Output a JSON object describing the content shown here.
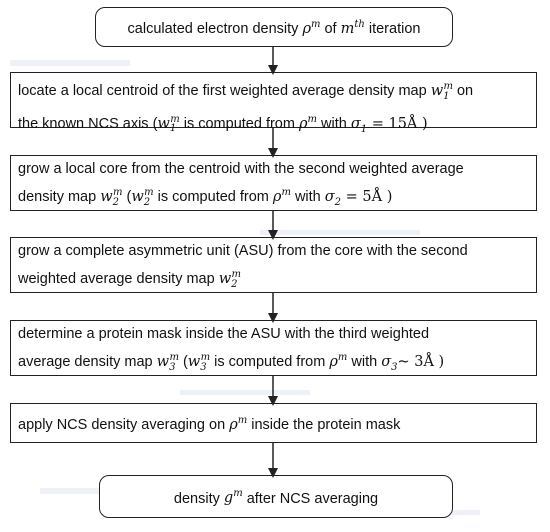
{
  "steps": [
    {
      "id": "start",
      "parts": [
        "calculated electron density ",
        "ρ",
        "m",
        " of ",
        "m",
        "th",
        " iteration"
      ]
    },
    {
      "id": "centroid",
      "line1": [
        "locate a local centroid of the first weighted average density map ",
        "w",
        "1",
        "m",
        " on"
      ],
      "line2": [
        "the known NCS axis (",
        "w",
        "1",
        "m",
        " is computed from ",
        "ρ",
        "m",
        " with ",
        "σ",
        "1",
        " = 15Å )"
      ]
    },
    {
      "id": "core",
      "line1": [
        "grow a local core from the centroid with the second weighted average"
      ],
      "line2": [
        "density map ",
        "w",
        "2",
        "m",
        " (",
        "w",
        "2",
        "m",
        " is computed from ",
        "ρ",
        "m",
        " with ",
        "σ",
        "2",
        " = 5Å )"
      ]
    },
    {
      "id": "asu",
      "line1": [
        "grow a complete asymmetric unit (ASU) from the core with the second"
      ],
      "line2": [
        "weighted average density map ",
        "w",
        "2",
        "m"
      ]
    },
    {
      "id": "mask",
      "line1": [
        "determine a protein mask inside the ASU with the third weighted"
      ],
      "line2": [
        "average density map ",
        "w",
        "3",
        "m",
        " (",
        "w",
        "3",
        "m",
        " is computed from ",
        "ρ",
        "m",
        " with ",
        "σ",
        "3",
        "~ 3Å )"
      ]
    },
    {
      "id": "averaging",
      "parts": [
        "apply NCS density averaging on ",
        "ρ",
        "m",
        " inside the protein mask"
      ]
    },
    {
      "id": "end",
      "parts": [
        "density ",
        "g",
        "m",
        " after NCS averaging"
      ]
    }
  ]
}
